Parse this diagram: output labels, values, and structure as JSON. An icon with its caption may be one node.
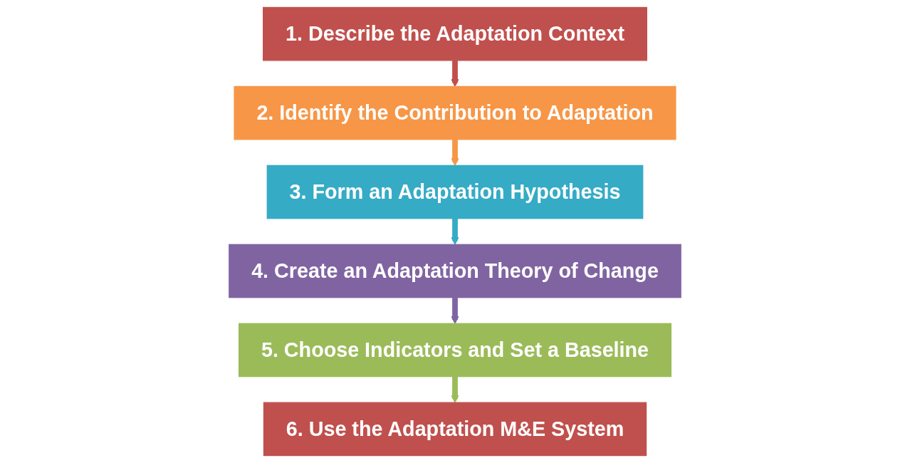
{
  "diagram": {
    "nodes": [
      {
        "text": [
          "1. Describe the Adaptation Context"
        ]
      },
      {
        "text": [
          "2. Identify the Contribution to Adaptation"
        ]
      },
      {
        "text": [
          "3. Form an Adaptation Hypothesis"
        ]
      },
      {
        "text": [
          "4. Create an Adaptation Theory of Change"
        ]
      },
      {
        "text": [
          "5. Choose Indicators and Set a Baseline"
        ]
      },
      {
        "text": [
          "6. Use the Adaptation M&E System"
        ]
      }
    ],
    "edges": [
      {
        "from": 0,
        "to": 1,
        "arrow": "to",
        "color": "#c0504d"
      },
      {
        "from": 1,
        "to": 2,
        "arrow": "to",
        "color": "#f79646"
      },
      {
        "from": 2,
        "to": 3,
        "arrow": "to",
        "color": "#36abc6"
      },
      {
        "from": 3,
        "to": 4,
        "arrow": "to",
        "color": "#8064a2"
      },
      {
        "from": 4,
        "to": 5,
        "arrow": "to",
        "color": "#9bbb59"
      }
    ]
  }
}
